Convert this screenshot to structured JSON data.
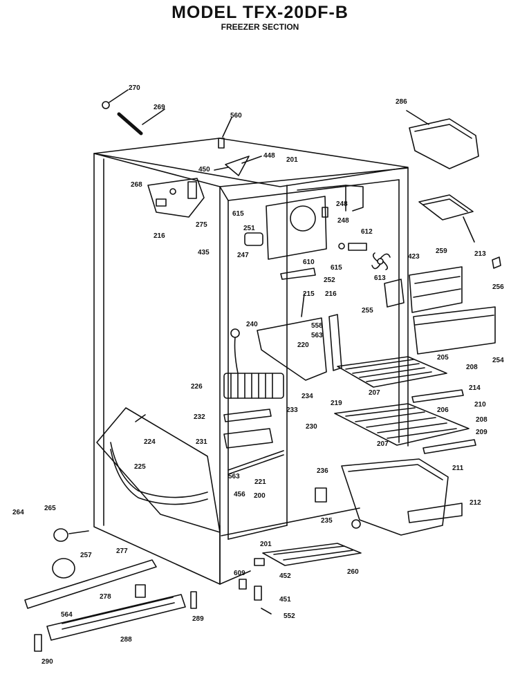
{
  "header": {
    "title": "MODEL TFX-20DF-B",
    "subtitle": "FREEZER SECTION"
  },
  "callouts": [
    "270",
    "269",
    "560",
    "448",
    "450",
    "201",
    "286",
    "268",
    "275",
    "216",
    "615",
    "251",
    "248",
    "248",
    "612",
    "435",
    "247",
    "610",
    "615",
    "423",
    "259",
    "213",
    "256",
    "613",
    "252",
    "255",
    "215",
    "216",
    "558",
    "563",
    "240",
    "220",
    "254",
    "205",
    "208",
    "226",
    "234",
    "219",
    "207",
    "214",
    "210",
    "233",
    "232",
    "230",
    "206",
    "208",
    "209",
    "207",
    "224",
    "231",
    "225",
    "211",
    "236",
    "563",
    "221",
    "200",
    "456",
    "212",
    "264",
    "265",
    "235",
    "201",
    "257",
    "277",
    "260",
    "609",
    "452",
    "278",
    "451",
    "564",
    "289",
    "552",
    "288",
    "290"
  ]
}
